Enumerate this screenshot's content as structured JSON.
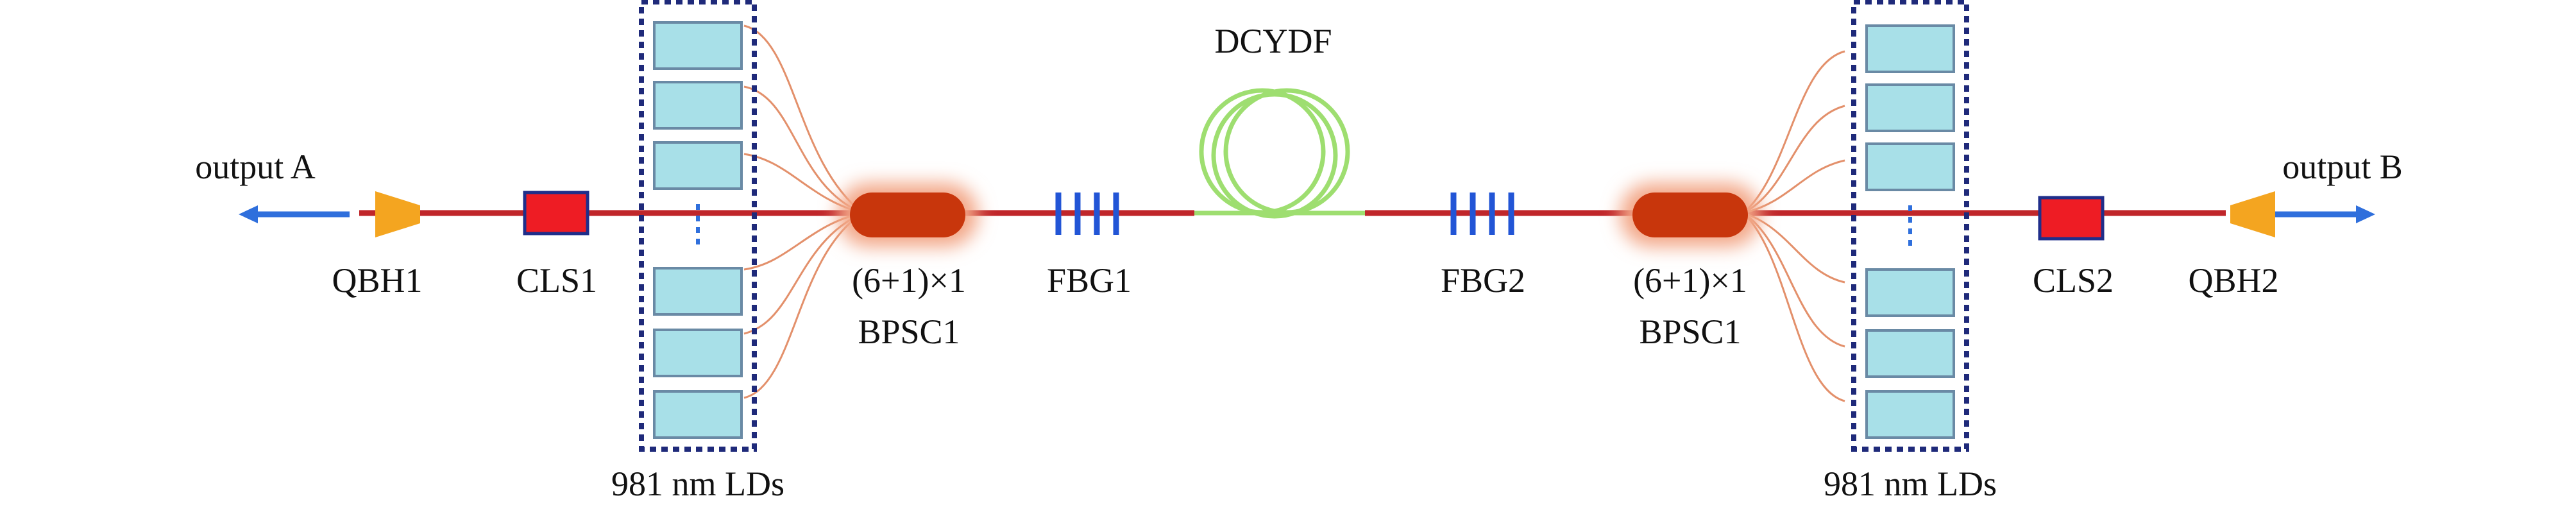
{
  "labels": {
    "output_a": "output A",
    "output_b": "output B",
    "qbh1": "QBH1",
    "qbh2": "QBH2",
    "cls1": "CLS1",
    "cls2": "CLS2",
    "bpsc_left_1": "(6+1)×1",
    "bpsc_left_2": "BPSC1",
    "bpsc_right_1": "(6+1)×1",
    "bpsc_right_2": "BPSC1",
    "fbg1": "FBG1",
    "fbg2": "FBG2",
    "dcydf": "DCYDF",
    "lds_left": "981 nm LDs",
    "lds_right": "981 nm LDs"
  },
  "colors": {
    "fiber": "#c0262a",
    "arrow": "#2f6fdc",
    "qbh": "#f4a520",
    "cls_fill": "#ee1c24",
    "cls_stroke": "#1f2e8a",
    "combiner": "#c8360c",
    "combiner_glow": "#f3a788",
    "grating": "#2255d6",
    "coil": "#9ede70",
    "ld_fill": "#a8e0e8",
    "ld_stroke": "#6a8aa5",
    "ld_box": "#1f2a7a",
    "pump_fiber": "#e3906b"
  }
}
